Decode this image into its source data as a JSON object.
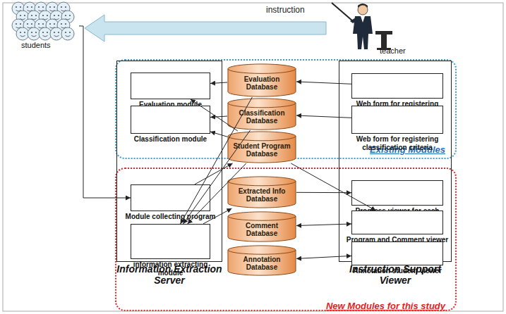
{
  "diagram": {
    "nodes": [
      {
        "text": [
          "students"
        ]
      },
      {
        "text": [
          "teacher"
        ]
      },
      {
        "text": [
          "Existing Modules"
        ]
      },
      {
        "text": [
          "New Modules for this study"
        ]
      },
      {
        "text": [
          "Information Extraction Server"
        ]
      },
      {
        "text": [
          "Evaluation module"
        ],
        "in": 4
      },
      {
        "text": [
          "Classification module"
        ],
        "in": 4
      },
      {
        "text": [
          "Module collecting program"
        ],
        "in": 4
      },
      {
        "text": [
          "information extracting module"
        ],
        "in": 4
      },
      {
        "text": [
          "Instruction Support Viewer"
        ]
      },
      {
        "text": [
          "Web form for registering standard algorithm"
        ],
        "in": 9
      },
      {
        "text": [
          "Web form for registering classification criteria"
        ],
        "in": 9
      },
      {
        "text": [
          "Progress viewer for each exercise or step"
        ],
        "in": 9
      },
      {
        "text": [
          "Program and Comment viewer"
        ],
        "in": 9
      },
      {
        "text": [
          "Annotation student viewer"
        ],
        "in": 9
      },
      {
        "text": [
          "Evaluation Database"
        ]
      },
      {
        "text": [
          "Classification Database"
        ]
      },
      {
        "text": [
          "Student Program Database"
        ]
      },
      {
        "text": [
          "Extracted Info Database"
        ]
      },
      {
        "text": [
          "Comment Database"
        ]
      },
      {
        "text": [
          "Annotation Database"
        ]
      }
    ],
    "edges": [
      {
        "from": 1,
        "to": 0,
        "label": "instruction",
        "arrow": "to"
      },
      {
        "from": 0,
        "to": 7,
        "arrow": "to"
      },
      {
        "from": 15,
        "to": 5,
        "arrow": "to"
      },
      {
        "from": 16,
        "to": 6,
        "arrow": "to"
      },
      {
        "from": 10,
        "to": 15,
        "arrow": "to"
      },
      {
        "from": 11,
        "to": 16,
        "arrow": "to"
      },
      {
        "from": 7,
        "to": 17,
        "arrow": "to"
      },
      {
        "from": 17,
        "to": 5,
        "arrow": "to"
      },
      {
        "from": 17,
        "to": 6,
        "arrow": "to"
      },
      {
        "from": 17,
        "to": 8,
        "arrow": "to"
      },
      {
        "from": 15,
        "to": 8,
        "arrow": "to"
      },
      {
        "from": 16,
        "to": 8,
        "arrow": "to"
      },
      {
        "from": 8,
        "to": 18,
        "arrow": "to"
      },
      {
        "from": 18,
        "to": 12,
        "arrow": "to"
      },
      {
        "from": 17,
        "to": 13,
        "arrow": "to"
      },
      {
        "from": 13,
        "to": 19,
        "arrow": "both"
      },
      {
        "from": 14,
        "to": 20,
        "arrow": "both"
      }
    ]
  }
}
